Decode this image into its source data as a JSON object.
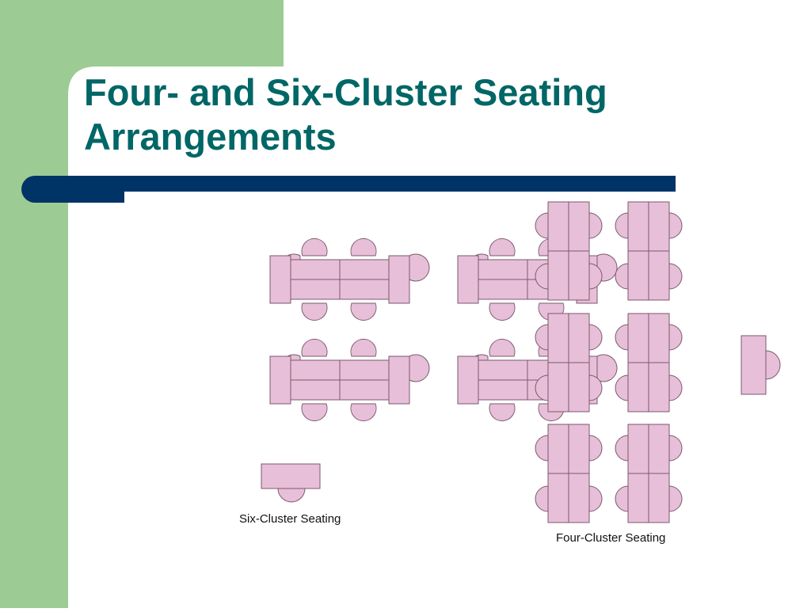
{
  "slide": {
    "title_line1": "Four- and Six-Cluster Seating",
    "title_line2": "Arrangements"
  },
  "captions": {
    "six_cluster": "Six-Cluster Seating",
    "four_cluster": "Four-Cluster Seating"
  },
  "colors": {
    "side_bar": "#9ccc94",
    "accent_bar": "#003366",
    "title_text": "#006666",
    "furniture_fill": "#e8bfd8",
    "furniture_stroke": "#7a5a6e"
  }
}
